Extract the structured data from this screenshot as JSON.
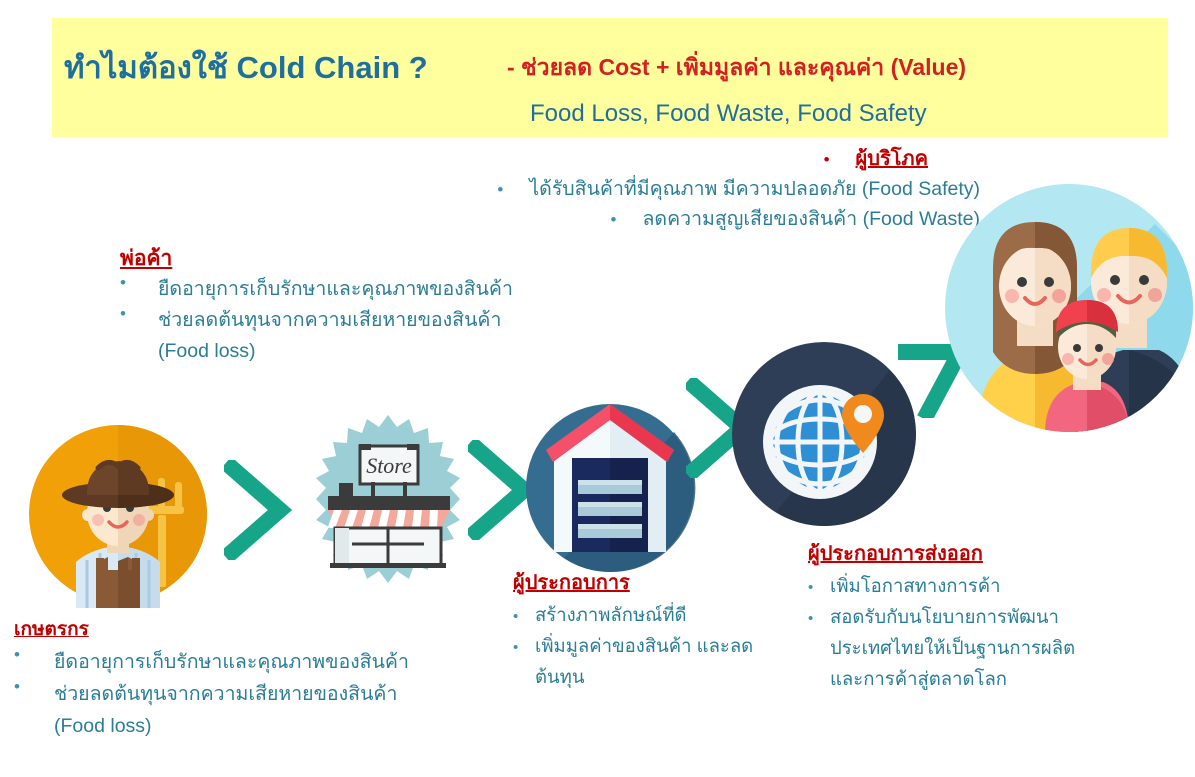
{
  "banner": {
    "title": "ทำไมต้องใช้ Cold Chain ?",
    "subtitle_red": "- ช่วยลด Cost  + เพิ่มมูลค่า และคุณค่า (Value)",
    "subtitle_blue": "Food Loss, Food Waste, Food Safety",
    "bg_color": "#ffff9e",
    "title_color": "#1f6f9e",
    "red_color": "#d42020"
  },
  "colors": {
    "heading_red": "#c00000",
    "body_teal": "#2a7d96",
    "bullet_teal": "#3f93ad",
    "arrow_green": "#17a589",
    "farmer_circle": "#f2a007",
    "store_burst": "#9ccfd5",
    "warehouse_circle": "#2f6b8f",
    "globe_circle": "#2e3e56",
    "family_circle": "#b3e8f2"
  },
  "consumer": {
    "heading": "ผู้บริโภค",
    "bullets": [
      "ได้รับสินค้าที่มีคุณภาพ มีความปลอดภัย (Food Safety)",
      "ลดความสูญเสียของสินค้า (Food Waste)"
    ]
  },
  "merchant": {
    "heading": "พ่อค้า",
    "bullets": [
      "ยืดอายุการเก็บรักษาและคุณภาพของสินค้า",
      "ช่วยลดต้นทุนจากความเสียหายของสินค้า"
    ],
    "continuation": "(Food loss)"
  },
  "farmer": {
    "heading": "เกษตรกร",
    "bullets": [
      "ยืดอายุการเก็บรักษาและคุณภาพของสินค้า",
      "ช่วยลดต้นทุนจากความเสียหายของสินค้า"
    ],
    "continuation": "(Food loss)"
  },
  "entrepreneur": {
    "heading": "ผู้ประกอบการ",
    "bullets": [
      "สร้างภาพลักษณ์ที่ดี",
      "เพิ่มมูลค่าของสินค้า และลด"
    ],
    "continuation": "ต้นทุน"
  },
  "exporter": {
    "heading": "ผู้ประกอบการส่งออก",
    "bullets": [
      "เพิ่มโอกาสทางการค้า",
      "สอดรับกับนโยบายการพัฒนา"
    ],
    "continuation_lines": [
      "ประเทศไทยให้เป็นฐานการผลิต",
      "และการค้าสู่ตลาดโลก"
    ]
  },
  "flow": {
    "store_sign_label": "Store",
    "nodes": [
      {
        "name": "farmer-icon",
        "label": "เกษตรกร"
      },
      {
        "name": "store-icon",
        "label": "Store"
      },
      {
        "name": "warehouse-icon",
        "label": "ผู้ประกอบการ"
      },
      {
        "name": "globe-icon",
        "label": "ผู้ประกอบการส่งออก"
      },
      {
        "name": "family-icon",
        "label": "ผู้บริโภค"
      }
    ]
  },
  "bullet_glyph": "•"
}
